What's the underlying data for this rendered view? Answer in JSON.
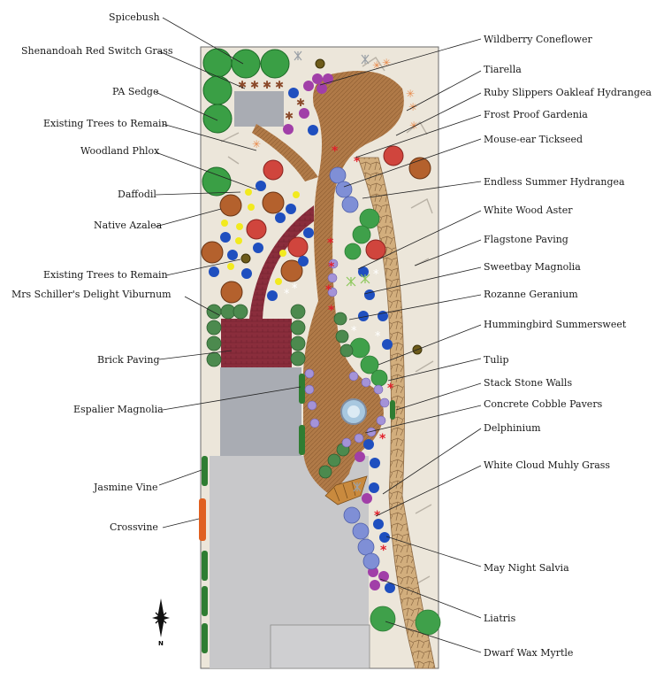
{
  "labels_left": [
    {
      "key": "spicebush",
      "text": "Spicebush"
    },
    {
      "key": "shenandoah",
      "text": "Shenandoah Red Switch Grass"
    },
    {
      "key": "pa_sedge",
      "text": "PA Sedge"
    },
    {
      "key": "existing_trees_1",
      "text": "Existing Trees to Remain"
    },
    {
      "key": "woodland_phlox",
      "text": "Woodland Phlox"
    },
    {
      "key": "daffodil",
      "text": "Daffodil"
    },
    {
      "key": "native_azalea",
      "text": "Native Azalea"
    },
    {
      "key": "existing_trees_2",
      "text": "Existing Trees to Remain"
    },
    {
      "key": "viburnum",
      "text": "Mrs Schiller's Delight Viburnum"
    },
    {
      "key": "brick_paving",
      "text": "Brick Paving"
    },
    {
      "key": "espalier_magnolia",
      "text": "Espalier Magnolia"
    },
    {
      "key": "jasmine_vine",
      "text": "Jasmine Vine"
    },
    {
      "key": "crossvine",
      "text": "Crossvine"
    }
  ],
  "labels_right": [
    {
      "key": "wildberry",
      "text": "Wildberry Coneflower"
    },
    {
      "key": "tiarella",
      "text": "Tiarella"
    },
    {
      "key": "ruby_slippers",
      "text": "Ruby Slippers Oakleaf Hydrangea"
    },
    {
      "key": "gardenia",
      "text": "Frost Proof Gardenia"
    },
    {
      "key": "tickseed",
      "text": "Mouse-ear Tickseed"
    },
    {
      "key": "endless_summer",
      "text": "Endless Summer Hydrangea"
    },
    {
      "key": "wood_aster",
      "text": "White Wood Aster"
    },
    {
      "key": "flagstone",
      "text": "Flagstone Paving"
    },
    {
      "key": "sweetbay",
      "text": "Sweetbay Magnolia"
    },
    {
      "key": "rozanne",
      "text": "Rozanne Geranium"
    },
    {
      "key": "summersweet",
      "text": "Hummingbird Summersweet"
    },
    {
      "key": "tulip",
      "text": "Tulip"
    },
    {
      "key": "stack_stone",
      "text": "Stack Stone Walls"
    },
    {
      "key": "cobble",
      "text": "Concrete Cobble Pavers"
    },
    {
      "key": "delphinium",
      "text": "Delphinium"
    },
    {
      "key": "muhly",
      "text": "White Cloud Muhly Grass"
    },
    {
      "key": "salvia",
      "text": "May Night Salvia"
    },
    {
      "key": "liatris",
      "text": "Liatris"
    },
    {
      "key": "wax_myrtle",
      "text": "Dwarf Wax Myrtle"
    }
  ],
  "north_arrow": {
    "label": "N"
  },
  "colors": {
    "ground": "#ece6da",
    "paving": "#a8713f",
    "brick": "#8a2d3c",
    "concrete": "#c8c8ca",
    "driveway": "#a9acb3",
    "lawn_shrub": "#3fa04a",
    "flagstone": "#c9a06b"
  }
}
